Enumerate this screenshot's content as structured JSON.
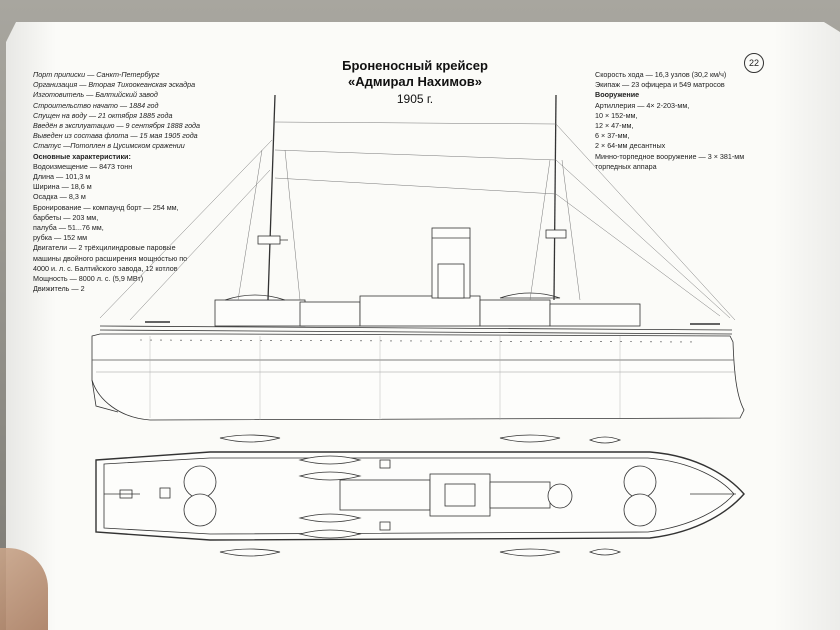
{
  "page": {
    "number": "22",
    "title_line1": "Броненосный крейсер",
    "title_line2": "«Адмирал Нахимов»",
    "title_year": "1905 г."
  },
  "specs_left": [
    {
      "text": "Порт приписки — Санкт-Петербург",
      "style": "italic"
    },
    {
      "text": "Организация — Вторая Тихоокеанская эскадра",
      "style": "italic"
    },
    {
      "text": "Изготовитель — Балтийский завод",
      "style": "italic"
    },
    {
      "text": "Строительство начато — 1884 год",
      "style": "italic"
    },
    {
      "text": "Спущен на воду — 21 октября 1885 года",
      "style": "italic"
    },
    {
      "text": "Введён в эксплуатацию — 9 сентября 1888 года",
      "style": "italic"
    },
    {
      "text": "Выведен из состава флота — 15 мая 1905 года",
      "style": "italic"
    },
    {
      "text": "Статус —Потоплен в Цусимском сражении",
      "style": "italic"
    },
    {
      "text": "Основные характеристики:",
      "style": "bold"
    },
    {
      "text": "Водоизмещение — 8473 тонн",
      "style": "normal"
    },
    {
      "text": "Длина — 101,3 м",
      "style": "normal"
    },
    {
      "text": "Ширина — 18,6 м",
      "style": "normal"
    },
    {
      "text": "Осадка — 8,3 м",
      "style": "normal"
    },
    {
      "text": "Бронирование — компаунд борт — 254 мм,",
      "style": "normal"
    },
    {
      "text": "барбеты — 203 мм,",
      "style": "normal"
    },
    {
      "text": "палуба — 51...76 мм,",
      "style": "normal"
    },
    {
      "text": "рубка — 152 мм",
      "style": "normal"
    },
    {
      "text": "Двигатели — 2 трёхцилиндровые паровые",
      "style": "normal"
    },
    {
      "text": "машины двойного расширения мощностью по",
      "style": "normal"
    },
    {
      "text": "4000 и. л. с. Балтийского завода, 12 котлов",
      "style": "normal"
    },
    {
      "text": "Мощность — 8000 л. с. (5,9 МВт)",
      "style": "normal"
    },
    {
      "text": "Движитель — 2",
      "style": "normal"
    }
  ],
  "specs_right": [
    {
      "text": "Скорость хода — 16,3 узлов (30,2 км/ч)",
      "style": "normal"
    },
    {
      "text": "Экипаж — 23 офицера и 549 матросов",
      "style": "normal"
    },
    {
      "text": "Вооружение",
      "style": "bold"
    },
    {
      "text": "Артиллерия — 4× 2-203-мм,",
      "style": "normal"
    },
    {
      "text": "10 × 152-мм,",
      "style": "normal"
    },
    {
      "text": "12 × 47-мм,",
      "style": "normal"
    },
    {
      "text": "6 × 37-мм,",
      "style": "normal"
    },
    {
      "text": "2 × 64-мм десантных",
      "style": "normal"
    },
    {
      "text": "Минно-торпедное вооружение — 3 × 381-мм",
      "style": "normal"
    },
    {
      "text": "торпедных аппара",
      "style": "normal"
    }
  ]
}
